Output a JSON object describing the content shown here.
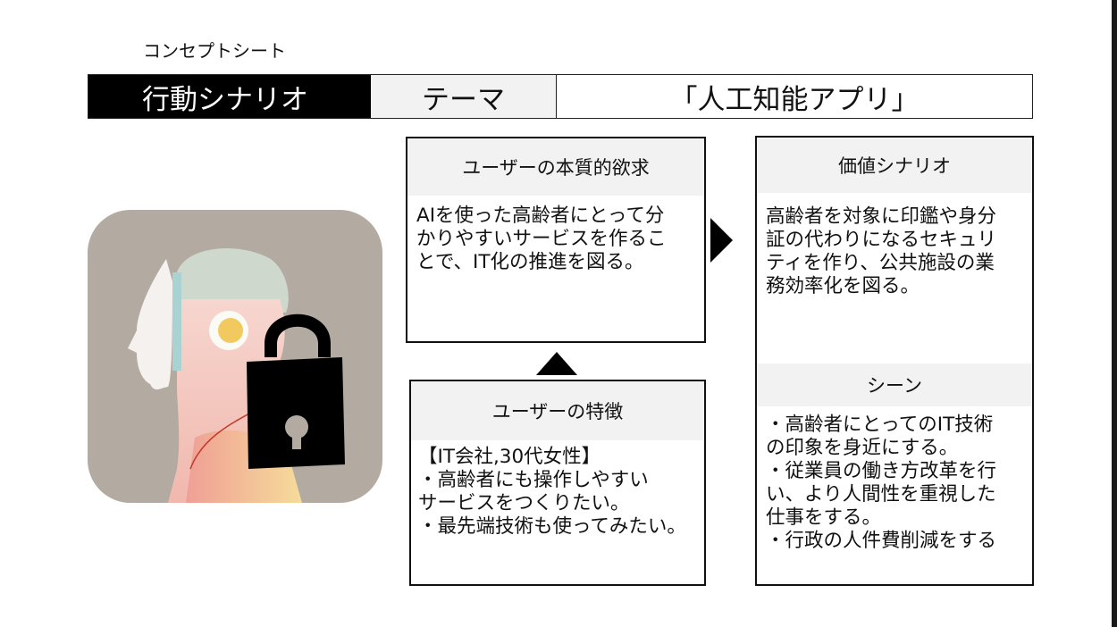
{
  "page": {
    "title": "コンセプトシート"
  },
  "header": {
    "scenario_label": "行動シナリオ",
    "theme_label": "テーマ",
    "theme_value": "「人工知能アプリ」"
  },
  "desire": {
    "heading": "ユーザーの本質的欲求",
    "body": "AIを使った高齢者にとって分\nかりやすいサービスを作るこ\nとで、IT化の推進を図る。"
  },
  "features": {
    "heading": "ユーザーの特徴",
    "body": "【IT会社,30代女性】\n・高齢者にも操作しやすい\nサービスをつくりたい。\n・最先端技術も使ってみたい。"
  },
  "value_scenario": {
    "heading": "価値シナリオ",
    "body": "高齢者を対象に印鑑や身分\n証の代わりになるセキュリ\nティを作り、公共施設の業\n務効率化を図る。"
  },
  "scene": {
    "heading": "シーン",
    "body": "・高齢者にとってのIT技術\nの印象を身近にする。\n・従業員の働き方改革を行\nい、より人間性を重視した\n仕事をする。\n・行政の人件費削減をする"
  },
  "icons": {
    "app_icon": "ai-head-lock-icon",
    "arrow_right": "arrow-right-icon",
    "arrow_up": "arrow-up-icon"
  },
  "colors": {
    "black": "#000000",
    "header_gray": "#f2f2f2",
    "icon_bg": "#b3aaa1"
  }
}
